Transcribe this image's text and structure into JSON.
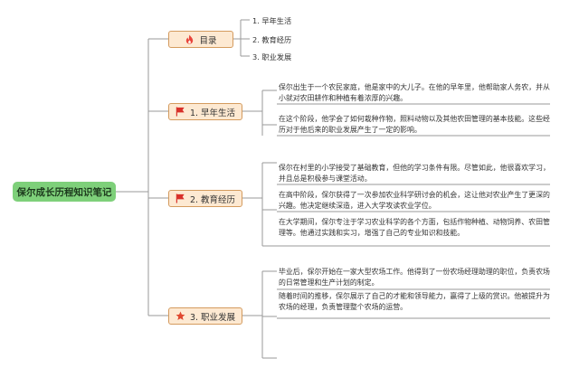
{
  "root": {
    "label": "保尔成长历程知识笔记"
  },
  "branches": {
    "toc": {
      "label": "目录",
      "icon": "flame-icon",
      "color": "#e8453c"
    },
    "early": {
      "label": "1. 早年生活",
      "icon": "flag-icon",
      "color": "#d8302a"
    },
    "edu": {
      "label": "2. 教育经历",
      "icon": "flag-icon",
      "color": "#d8302a"
    },
    "career": {
      "label": "3. 职业发展",
      "icon": "star-icon",
      "color": "#e0482f"
    }
  },
  "toc_items": [
    "1. 早年生活",
    "2. 教育经历",
    "3. 职业发展"
  ],
  "early_paras": [
    "保尔出生于一个农民家庭，他是家中的大儿子。在他的早年里，他帮助家人务农，并从小就对农田耕作和种植有着浓厚的兴趣。",
    "在这个阶段，他学会了如何栽种作物，照料动物以及其他农田管理的基本技能。这些经历对于他后来的职业发展产生了一定的影响。"
  ],
  "edu_paras": [
    "保尔在村里的小学接受了基础教育，但他的学习条件有限。尽管如此，他很喜欢学习，并且总是积极参与课堂活动。",
    "在高中阶段，保尔获得了一次参加农业科学研讨会的机会，这让他对农业产生了更深的兴趣。他决定继续深造，进入大学攻读农业学位。",
    "在大学期间，保尔专注于学习农业科学的各个方面，包括作物种植、动物饲养、农田管理等。他通过实践和实习，增强了自己的专业知识和技能。"
  ],
  "career_paras": [
    "毕业后，保尔开始在一家大型农场工作。他得到了一份农场经理助理的职位，负责农场的日常管理和生产计划的制定。",
    "随着时间的推移，保尔展示了自己的才能和领导能力，赢得了上级的赏识。他被提升为农场的经理，负责管理整个农场的运营。"
  ],
  "colors": {
    "root_fill": "#7ed07a",
    "node_fill": "#fde9d2",
    "node_border": "#d49b5e",
    "line": "#9a9a9a"
  }
}
